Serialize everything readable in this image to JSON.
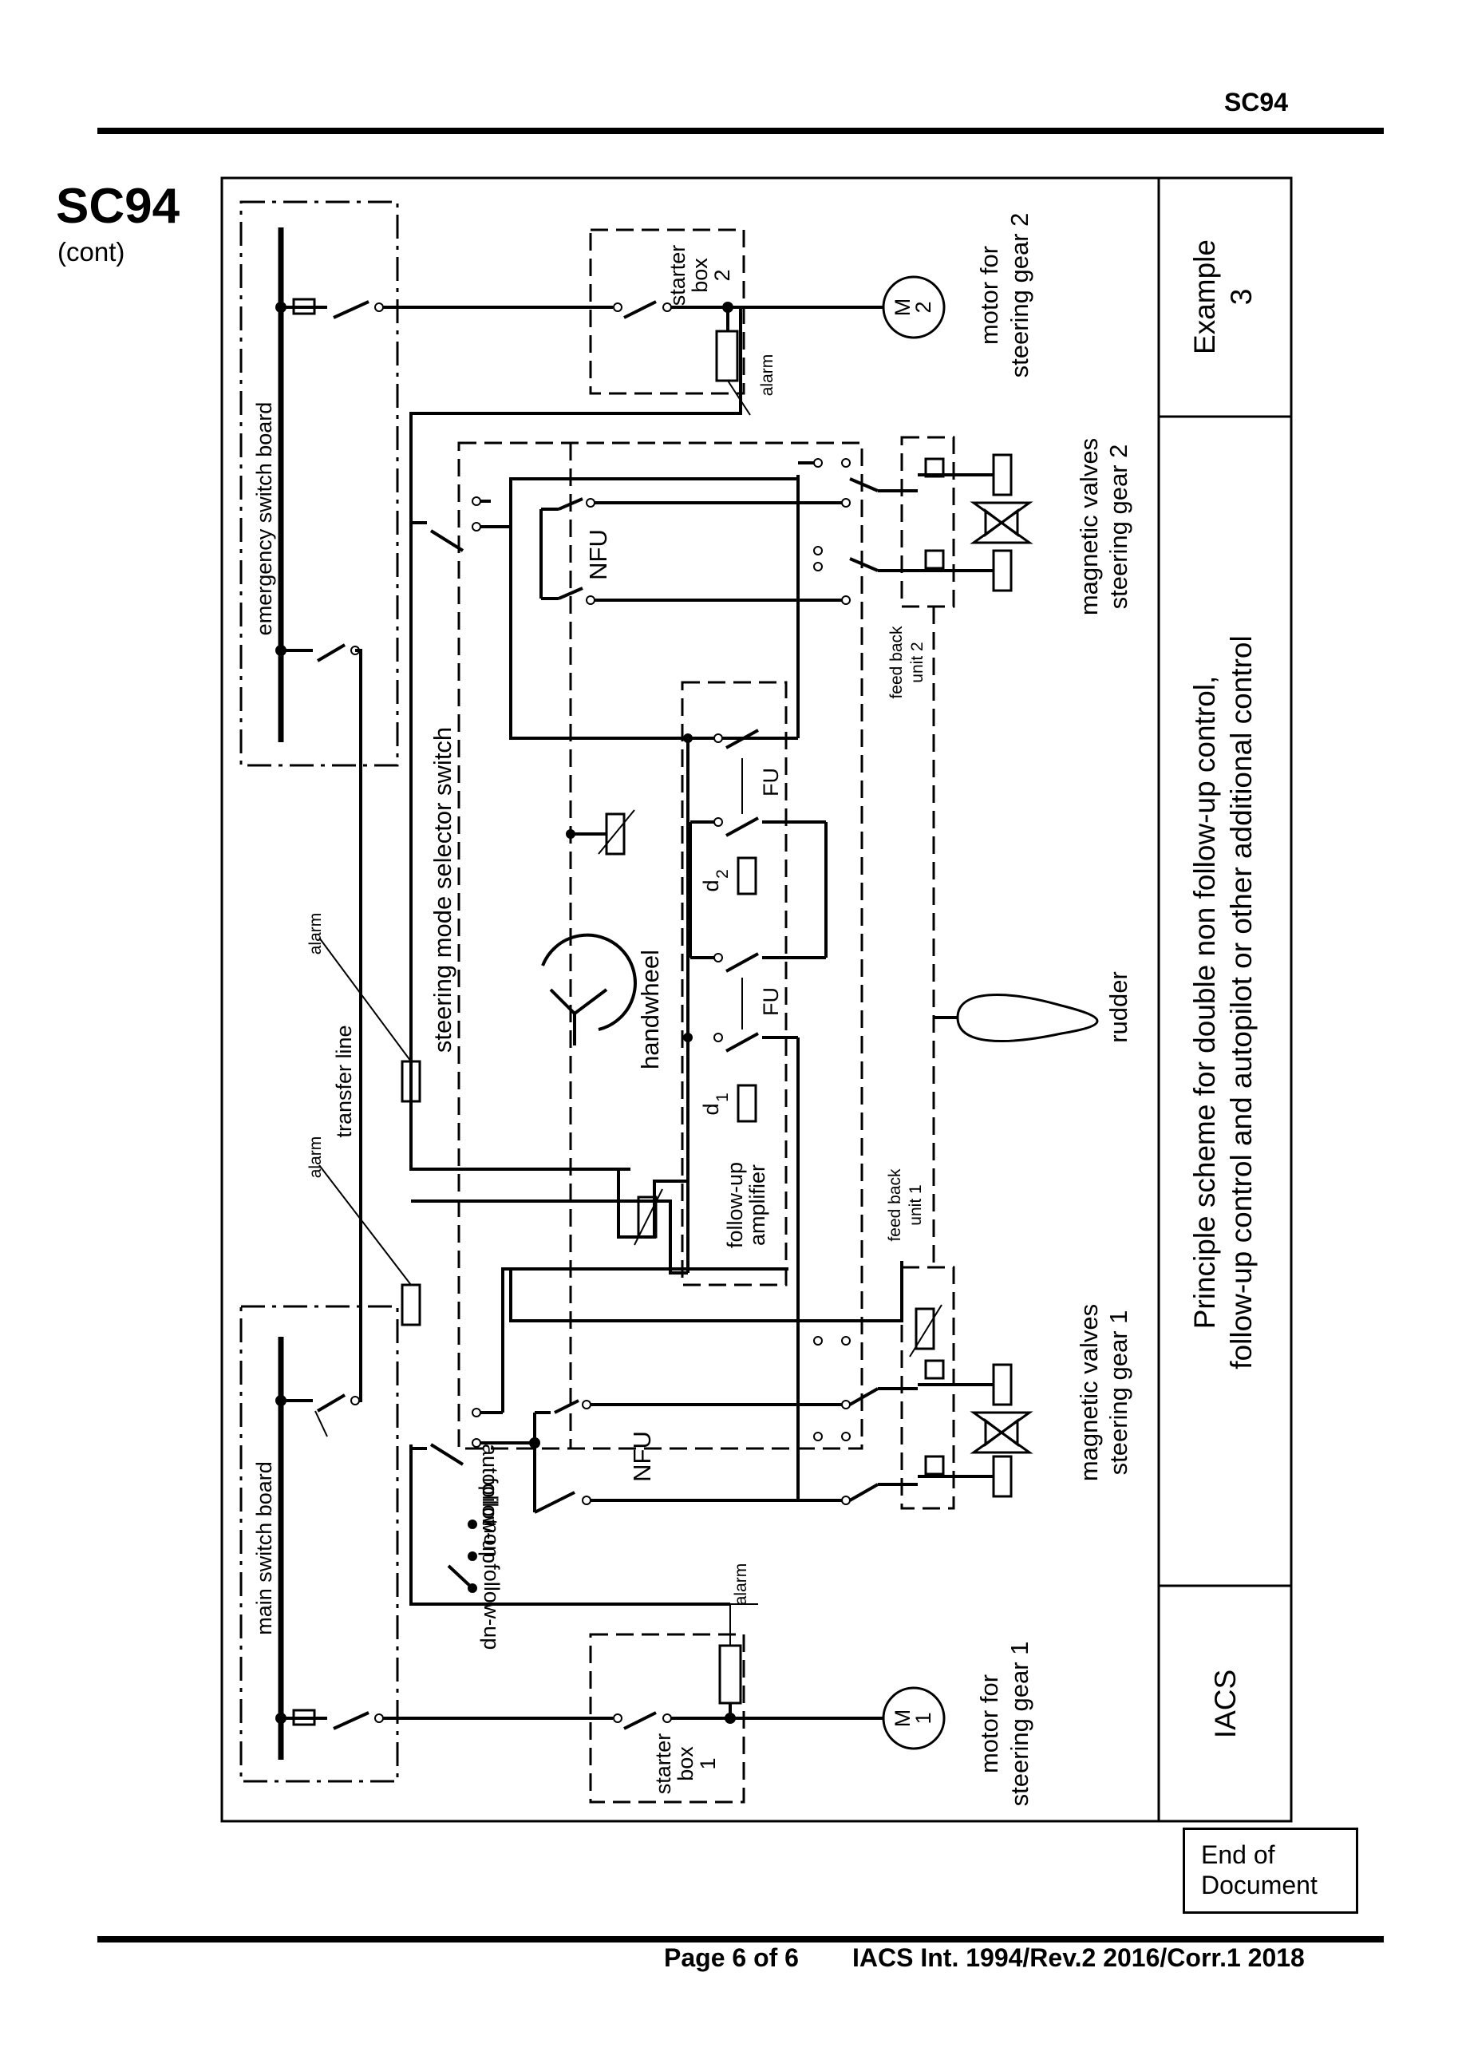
{
  "header": {
    "code": "SC94"
  },
  "side": {
    "code": "SC94",
    "cont": "(cont)"
  },
  "diagram": {
    "labels": {
      "emergency_switch_board": "emergency switch board",
      "main_switch_board": "main switch board",
      "alarm": "alarm",
      "transfer_line": "transfer line",
      "steering_mode_selector_switch": "steering mode selector switch",
      "handwheel": "handwheel",
      "nfu": "NFU",
      "fu": "FU",
      "d1": "d",
      "d1_sub": "1",
      "d2": "d",
      "d2_sub": "2",
      "follow_up_amplifier_1": "follow-up",
      "follow_up_amplifier_2": "amplifier",
      "feed_back_unit_1_a": "feed back",
      "feed_back_unit_1_b": "unit 1",
      "feed_back_unit_2_a": "feed back",
      "feed_back_unit_2_b": "unit 2",
      "starter_box_1_a": "starter",
      "starter_box_1_b": "box",
      "starter_box_1_c": "1",
      "starter_box_2_a": "starter",
      "starter_box_2_b": "box",
      "starter_box_2_c": "2",
      "motor_m": "M",
      "motor_1": "1",
      "motor_2": "2",
      "motor_sg1_a": "motor for",
      "motor_sg1_b": "steering gear 1",
      "motor_sg2_a": "motor for",
      "motor_sg2_b": "steering gear 2",
      "mag_valves_sg1_a": "magnetic valves",
      "mag_valves_sg1_b": "steering gear 1",
      "mag_valves_sg2_a": "magnetic valves",
      "mag_valves_sg2_b": "steering gear 2",
      "rudder": "rudder",
      "mode_non_follow_up": "non follow-up",
      "mode_follow_up": "follow-up",
      "mode_autopilot": "autopilot"
    },
    "title_block": {
      "example": "Example",
      "example_number": "3",
      "caption_line1": "Principle scheme for double non follow-up control,",
      "caption_line2": "follow-up control and autopilot or other additional control",
      "org": "IACS"
    }
  },
  "end_box": {
    "line1": "End of",
    "line2": "Document"
  },
  "footer": {
    "page": "Page 6 of 6",
    "reference": "IACS Int. 1994/Rev.2 2016/Corr.1 2018"
  }
}
